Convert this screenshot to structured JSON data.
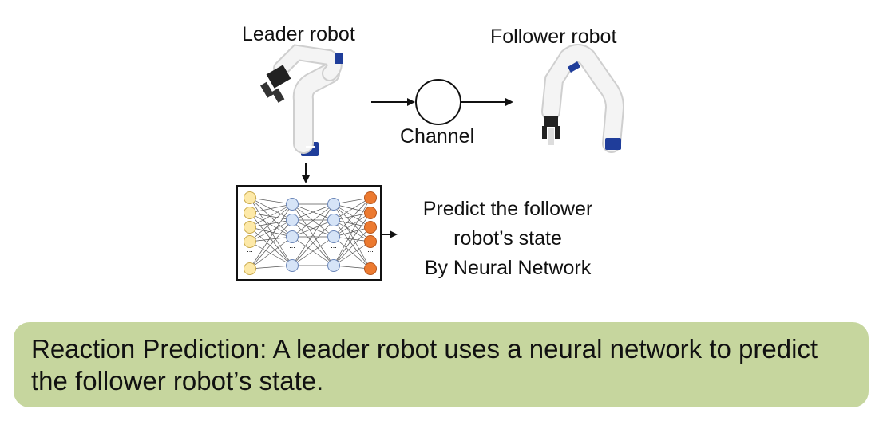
{
  "labels": {
    "leader_robot": "Leader robot",
    "follower_robot": "Follower robot",
    "channel": "Channel"
  },
  "prediction": {
    "line1": "Predict the follower",
    "line2": "robot’s state",
    "line3": "By Neural Network"
  },
  "neural_network": {
    "ellipsis": "..."
  },
  "caption": {
    "text": "Reaction Prediction: A leader robot uses a neural network to predict the follower robot’s state."
  },
  "colors": {
    "caption_background": "#c6d69e",
    "input_node": "#fde9a8",
    "hidden_node": "#d6e4f7",
    "output_node": "#ec7a30",
    "robot_body": "#f2f2f2",
    "robot_accent": "#1f3d9a"
  }
}
